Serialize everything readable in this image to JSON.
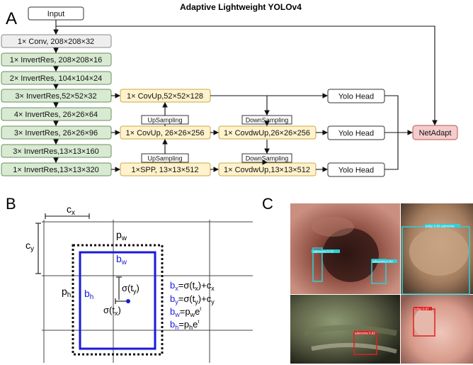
{
  "panel_a": {
    "letter": "A",
    "title": "Adaptive Lightweight YOLOv4",
    "input": "Input",
    "backbone": [
      "1× Conv, 208×208×32",
      "1× InvertRes, 208×208×16",
      "2× InvertRes, 104×104×24",
      "3× InvertRes,52×52×32",
      "4× InvertRes, 26×26×64",
      "3× InvertRes, 26×26×96",
      "3× InvertRes,13×13×160",
      "1× InvertRes,13×13×320"
    ],
    "neck1": [
      "1× CovUp,52×52×128",
      "1× CovUp, 26×26×256",
      "1×SPP, 13×13×512"
    ],
    "neck2": [
      "1× CovdwUp,26×26×256",
      "1× CovdwUp,13×13×512"
    ],
    "up_labels": [
      "UpSampling",
      "UpSampling"
    ],
    "down_labels": [
      "DownSampling",
      "DownSampling"
    ],
    "heads": [
      "Yolo Head",
      "Yolo Head",
      "Yolo Head"
    ],
    "adapt": "NetAdapt"
  },
  "panel_b": {
    "letter": "B",
    "cx": "c",
    "cx_sub": "x",
    "cy": "c",
    "cy_sub": "y",
    "pw": "p",
    "pw_sub": "w",
    "ph": "p",
    "ph_sub": "h",
    "bw": "b",
    "bw_sub": "w",
    "bh": "b",
    "bh_sub": "h",
    "sig_ty": "σ(t",
    "sig_ty_sub": "y",
    "sig_ty_end": ")",
    "sig_tx": "σ(t",
    "sig_tx_sub": "x",
    "sig_tx_end": ")",
    "eq": [
      {
        "lhs": "b",
        "lhs_sub": "x",
        "rhs": "=σ(t",
        "rhs_sub": "x",
        "rhs_end": ")+c",
        "rhs_end_sub": "x"
      },
      {
        "lhs": "b",
        "lhs_sub": "y",
        "rhs": "=σ(t",
        "rhs_sub": "y",
        "rhs_end": ")+c",
        "rhs_end_sub": "y"
      },
      {
        "lhs": "b",
        "lhs_sub": "w",
        "rhs": "=p",
        "rhs_sub": "w",
        "rhs_end": "e",
        "rhs_end_sub": "t"
      },
      {
        "lhs": "b",
        "lhs_sub": "h",
        "rhs": "=p",
        "rhs_sub": "h",
        "rhs_end": "e",
        "rhs_end_sub": "t"
      }
    ]
  },
  "panel_c": {
    "letter": "C",
    "detections": [
      "adenoma 0.76",
      "adenoma 0.84",
      "polyp 0.96 adenoma",
      "adenoma 0.92",
      "polyp 0.87"
    ]
  },
  "colors": {
    "backbone_fill": "#d9ead3",
    "neck_fill": "#fff2cc",
    "adapt_fill": "#f4cccc",
    "box_blue": "#1a1adb",
    "det_cyan": "#2ecfd8",
    "det_red": "#e02020"
  }
}
